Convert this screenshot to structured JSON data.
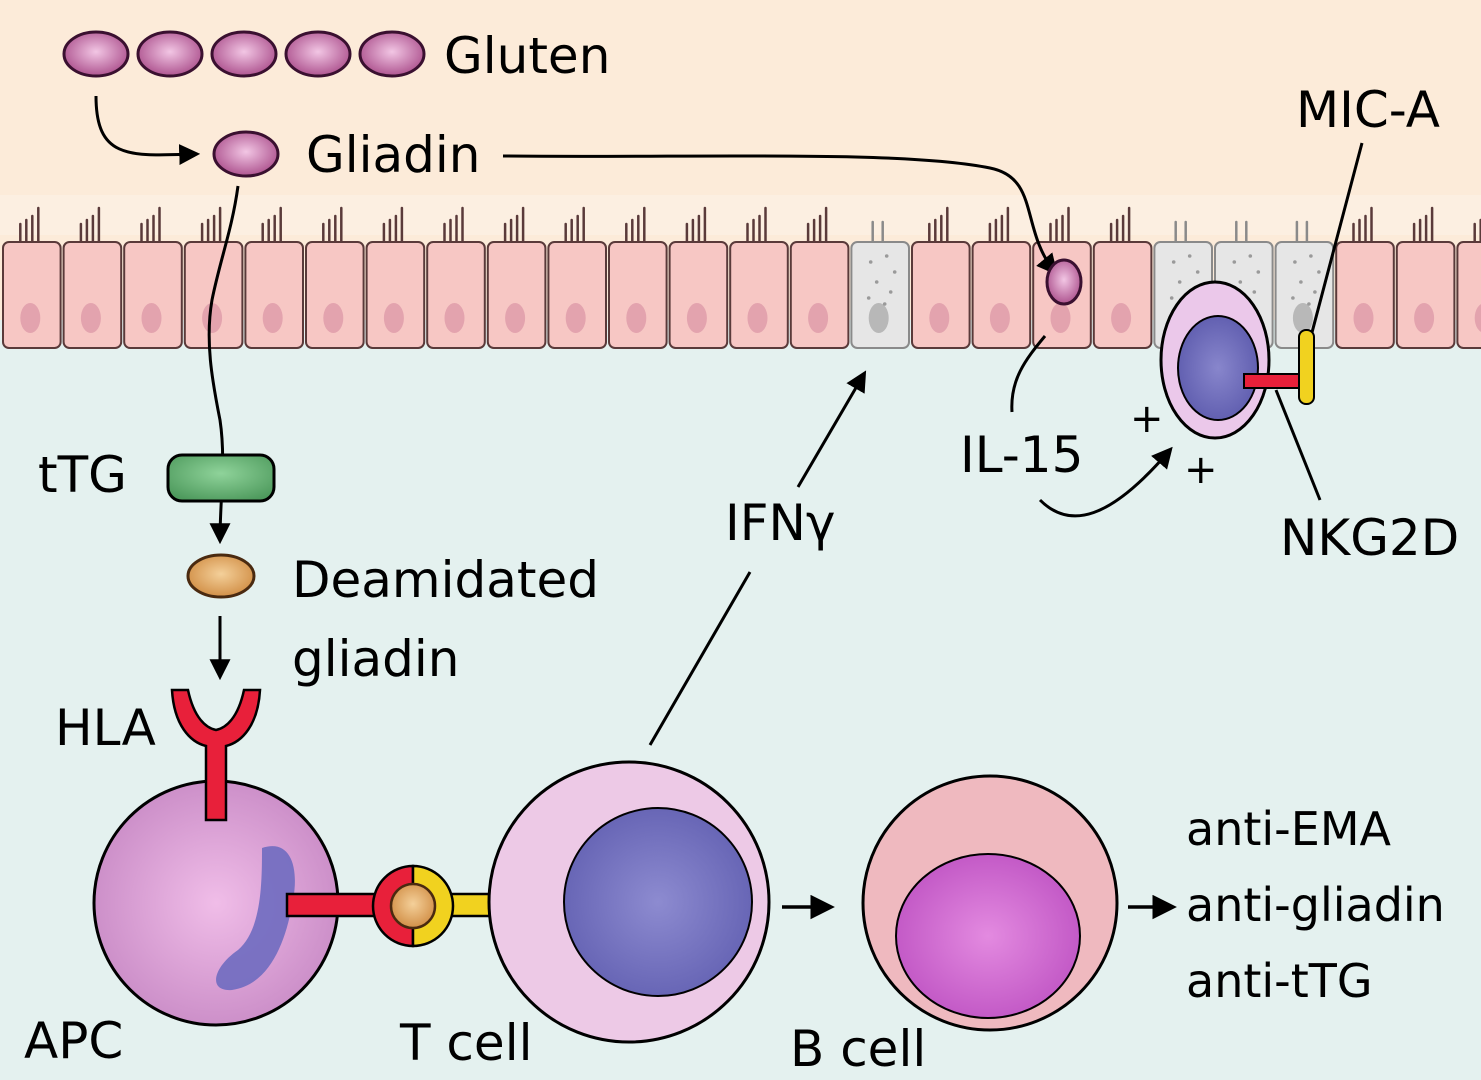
{
  "labels": {
    "gluten": "Gluten",
    "gliadin": "Gliadin",
    "mic_a": "MIC-A",
    "ttg": "tTG",
    "deamidated_1": "Deamidated",
    "deamidated_2": "gliadin",
    "hla": "HLA",
    "apc": "APC",
    "t_cell": "T cell",
    "b_cell": "B cell",
    "ifn": "IFNγ",
    "il15": "IL-15",
    "nkg2d": "NKG2D",
    "plus_1": "+",
    "plus_2": "+",
    "antibodies": [
      "anti-EMA",
      "anti-gliadin",
      "anti-tTG"
    ]
  },
  "colors": {
    "lumen": "#fcebd9",
    "lamina": "#e4f1ef",
    "enterocyte": "#f7c7c4",
    "gliadin_bead": "#b0508e",
    "deamidated_bead": "#d9974e",
    "ttg_enzyme": "#5fa86c",
    "hla_receptor": "#e8203a",
    "tcr": "#f1d21f",
    "apc_body": "#d89ad0",
    "t_cell_body": "#edc9e6",
    "t_cell_nucleus": "#6d6bb8",
    "b_cell_body": "#efb9bf",
    "b_cell_nucleus": "#cc63cd",
    "damaged_cell": "#e9e9e9"
  }
}
